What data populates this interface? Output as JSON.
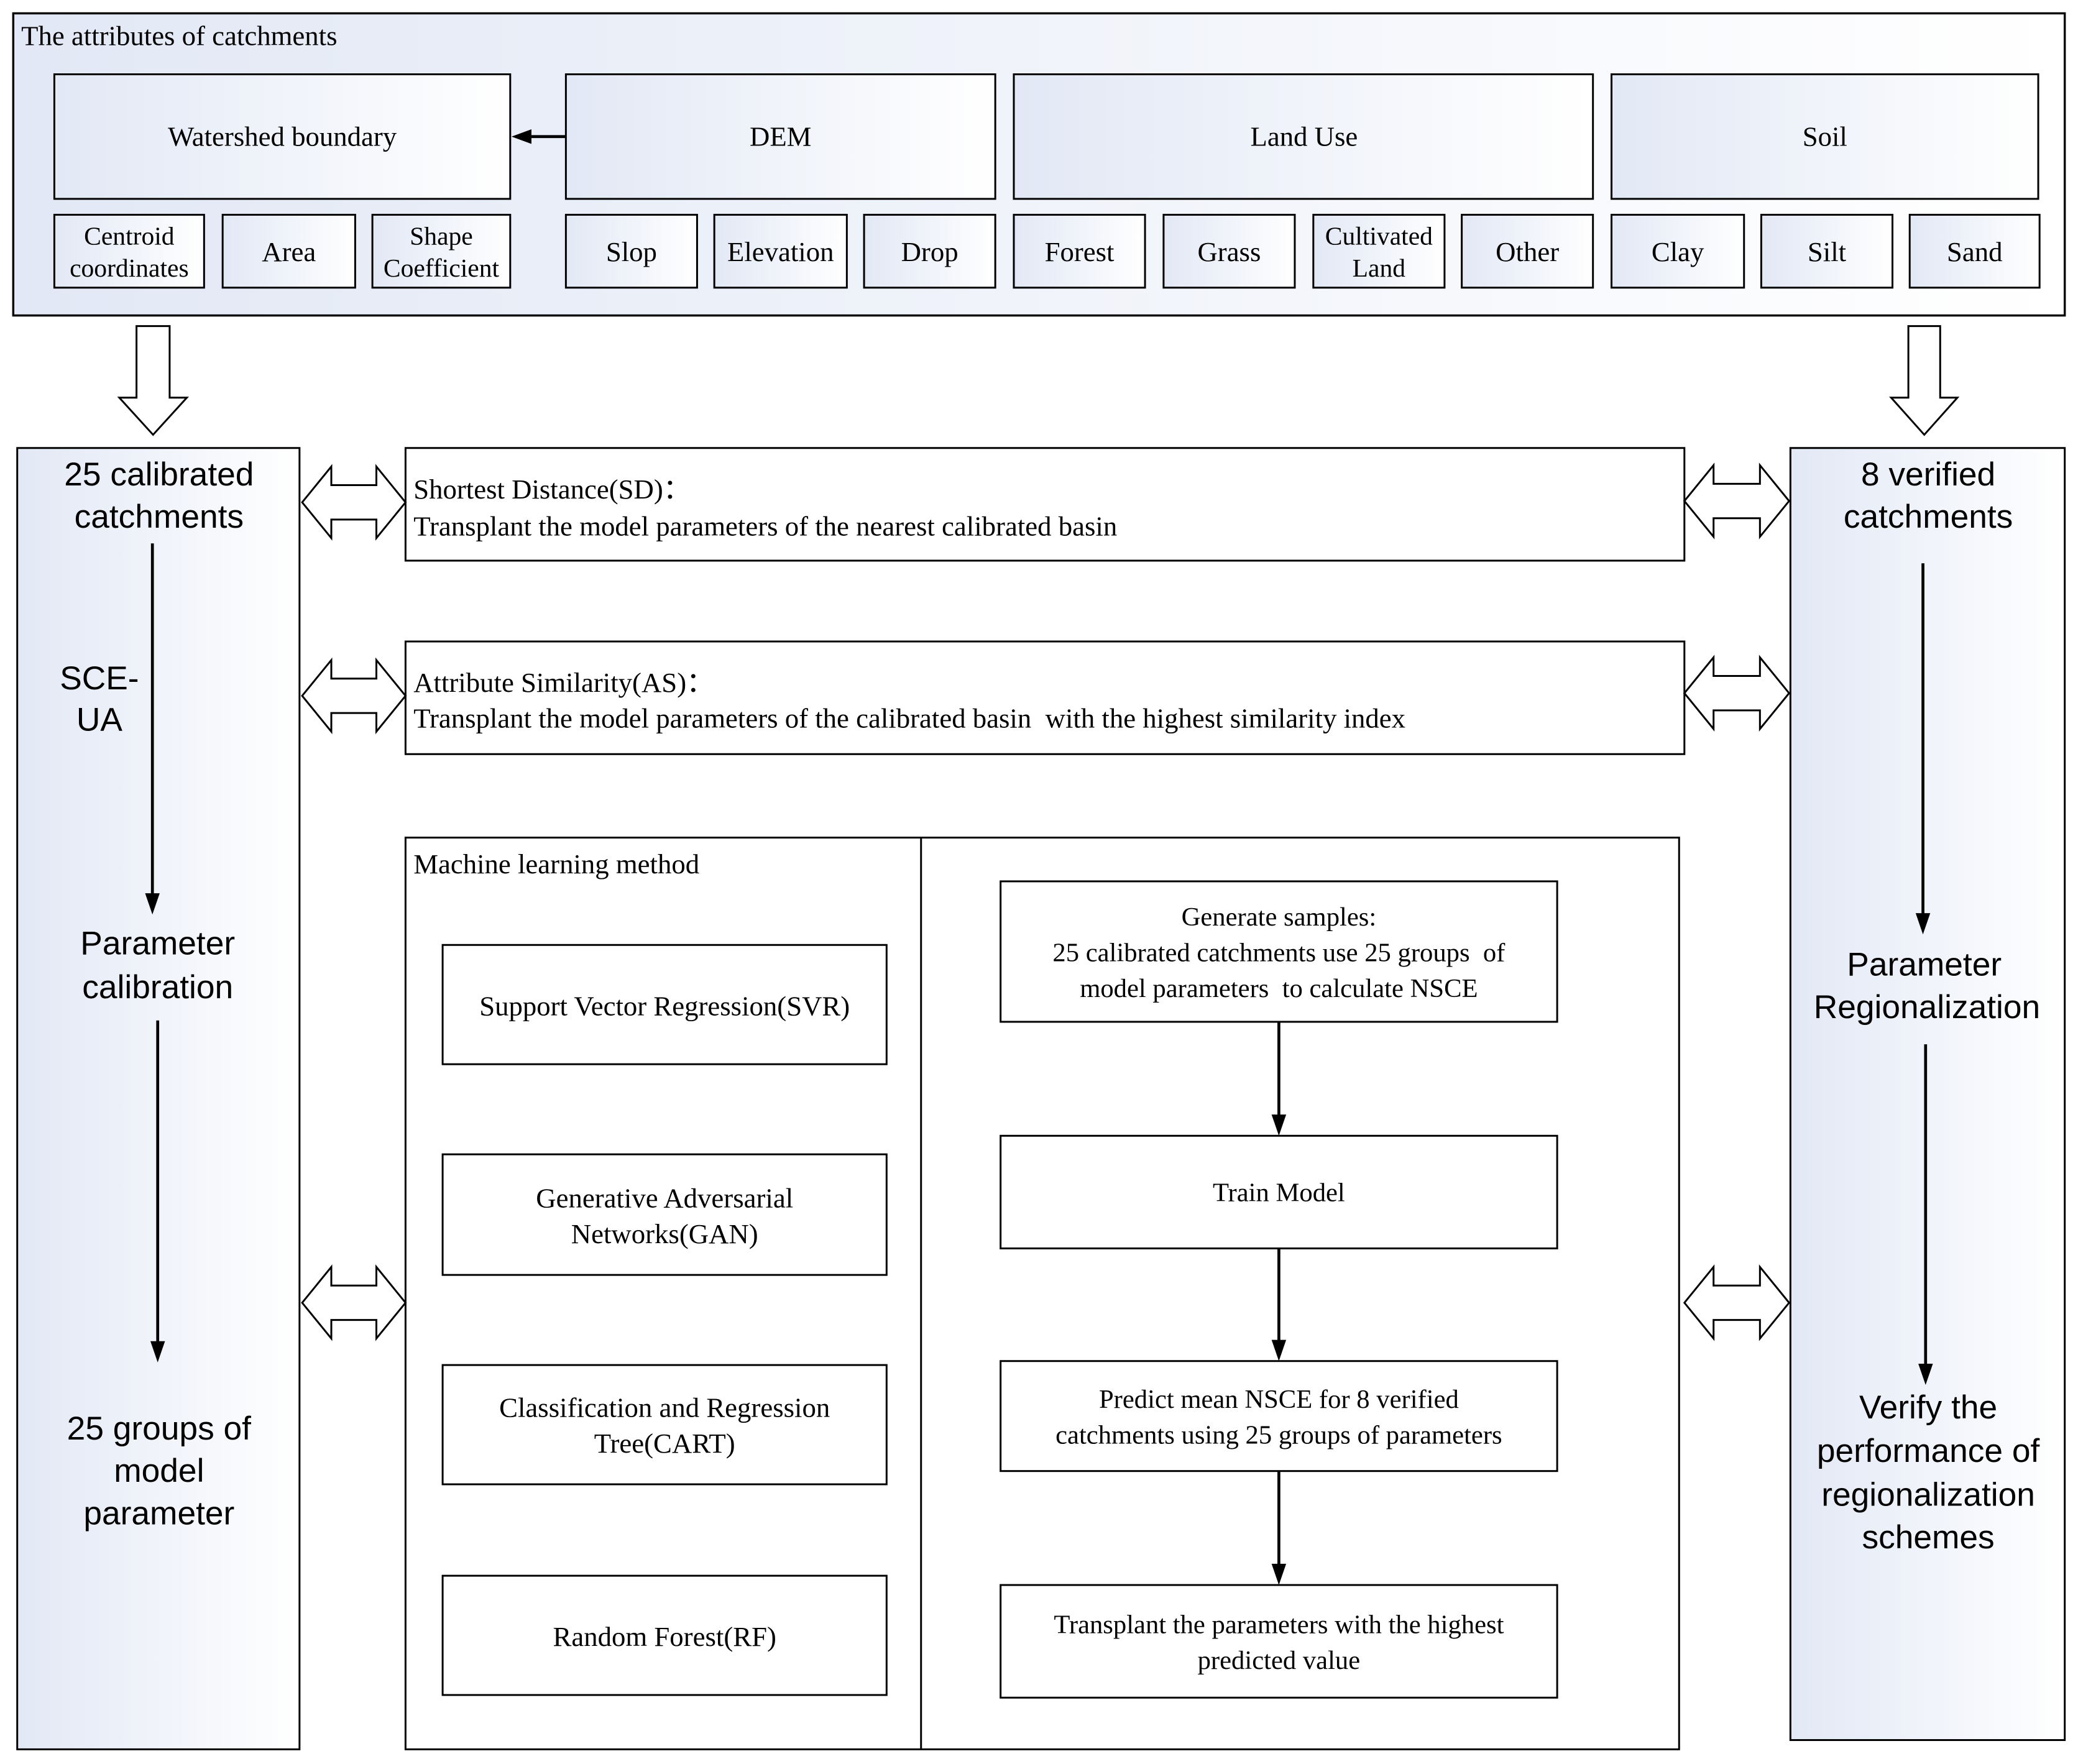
{
  "attributes_panel": {
    "title": "The attributes of catchments",
    "groups": {
      "watershed": "Watershed boundary",
      "dem": "DEM",
      "land_use": "Land Use",
      "soil": "Soil"
    },
    "items": {
      "centroid": [
        "Centroid",
        "coordinates"
      ],
      "area": "Area",
      "shape": [
        "Shape",
        "Coefficient"
      ],
      "slop": "Slop",
      "elevation": "Elevation",
      "drop": "Drop",
      "forest": "Forest",
      "grass": "Grass",
      "cultivated": [
        "Cultivated",
        "Land"
      ],
      "other": "Other",
      "clay": "Clay",
      "silt": "Silt",
      "sand": "Sand"
    }
  },
  "calibrated": {
    "title": [
      "25 calibrated",
      "catchments"
    ],
    "method": [
      "SCE-",
      "UA"
    ],
    "step": [
      "Parameter",
      "calibration"
    ],
    "result": [
      "25 groups of",
      "model",
      "parameter"
    ]
  },
  "verified": {
    "title": [
      "8 verified",
      "catchments"
    ],
    "step": [
      "Parameter",
      "Regionalization"
    ],
    "result": [
      "Verify the",
      "performance of",
      "regionalization",
      "schemes"
    ]
  },
  "shortest_distance": {
    "heading": "Shortest Distance(SD)：",
    "description": "Transplant the model parameters of the nearest calibrated basin"
  },
  "attribute_similarity": {
    "heading": "Attribute Similarity(AS)：",
    "description": "Transplant the model parameters of the calibrated basin  with the highest similarity index"
  },
  "machine_learning": {
    "title": "Machine learning method",
    "methods": [
      [
        "Support Vector Regression(SVR)"
      ],
      [
        "Generative Adversarial",
        "Networks(GAN)"
      ],
      [
        "Classification and Regression",
        "Tree(CART)"
      ],
      [
        "Random Forest(RF)"
      ]
    ],
    "workflow": [
      [
        "Generate samples:",
        "25 calibrated catchments use 25 groups  of",
        "model parameters  to calculate NSCE"
      ],
      [
        "Train Model"
      ],
      [
        "Predict mean NSCE for 8 verified",
        "catchments using 25 groups of parameters"
      ],
      [
        "Transplant the parameters with the highest",
        "predicted value"
      ]
    ]
  },
  "colors": {
    "stroke": "#000000",
    "gradient_start": "#e2e8f5",
    "gradient_end": "#ffffff",
    "background": "#ffffff"
  }
}
